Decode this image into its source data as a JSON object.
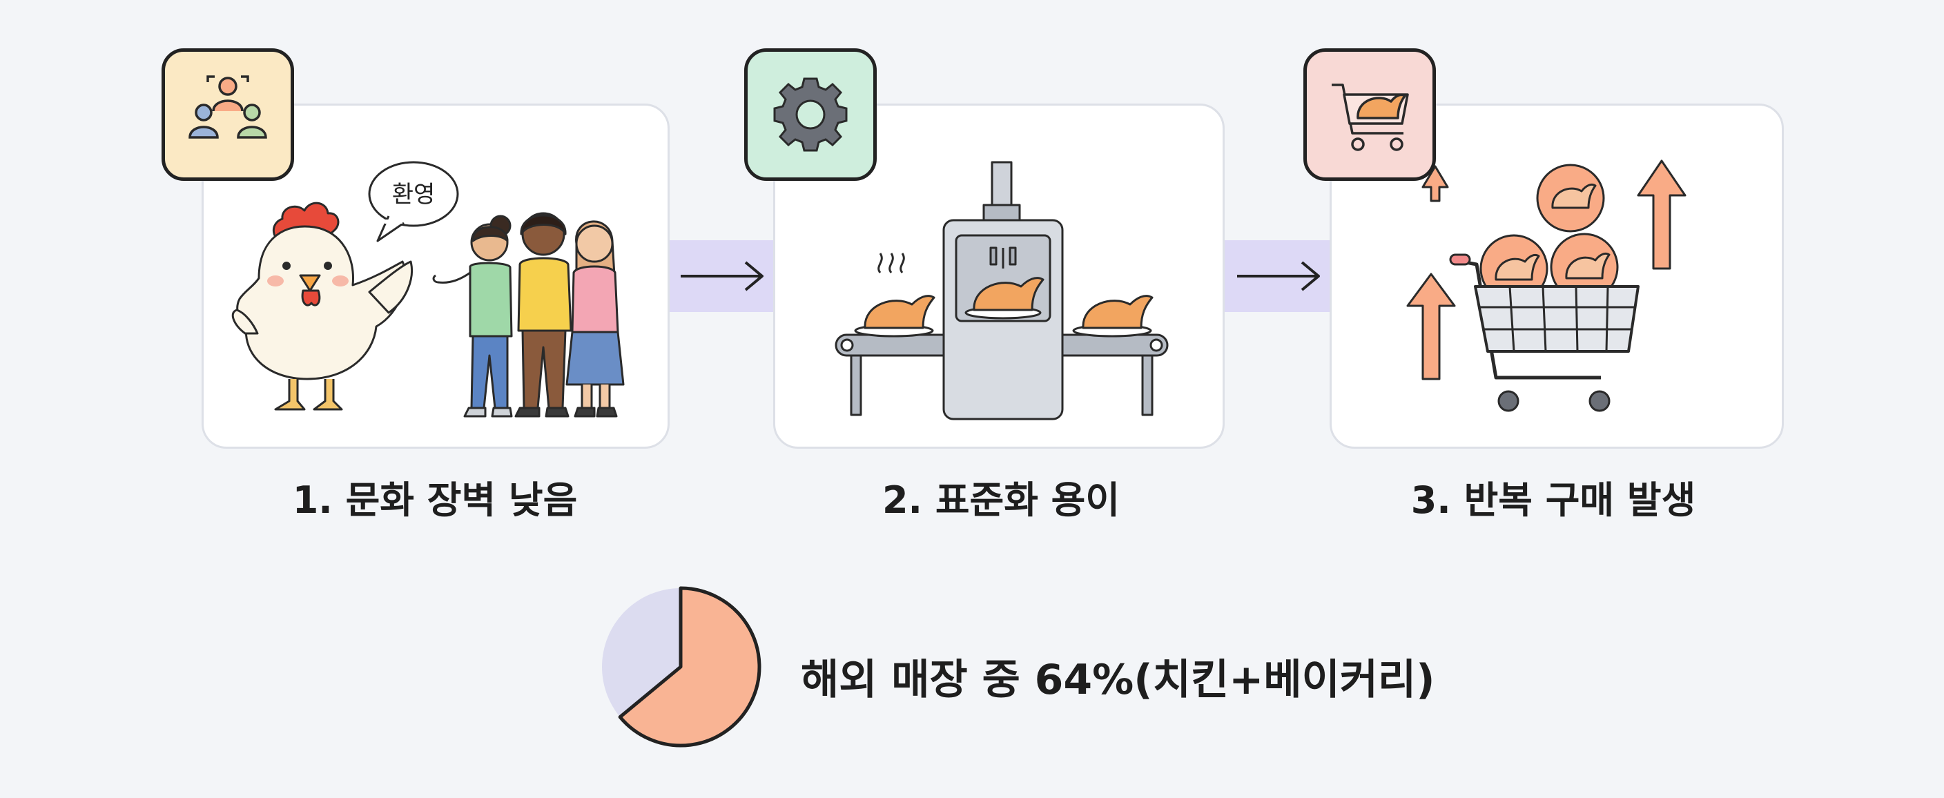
{
  "steps": [
    {
      "label": "1. 문화 장벽 낮음",
      "badge_icon": "people-group-icon",
      "badge_color": "#fbe9c4",
      "illustration": "chicken-greeting-people",
      "bubble_text": "환영"
    },
    {
      "label": "2. 표준화 용이",
      "badge_icon": "gear-icon",
      "badge_color": "#cfeedd",
      "illustration": "conveyor-oven-chickens"
    },
    {
      "label": "3. 반복 구매 발생",
      "badge_icon": "cart-chicken-icon",
      "badge_color": "#f8d9d5",
      "illustration": "cart-rising-arrows"
    }
  ],
  "connector_color": "#ddd9f6",
  "accent_color": "#f9ab86",
  "share": {
    "text": "해외 매장 중 64%(치킨+베이커리)",
    "percent": 64,
    "highlight_color": "#f9b494",
    "rest_color": "#dcdcf0"
  }
}
